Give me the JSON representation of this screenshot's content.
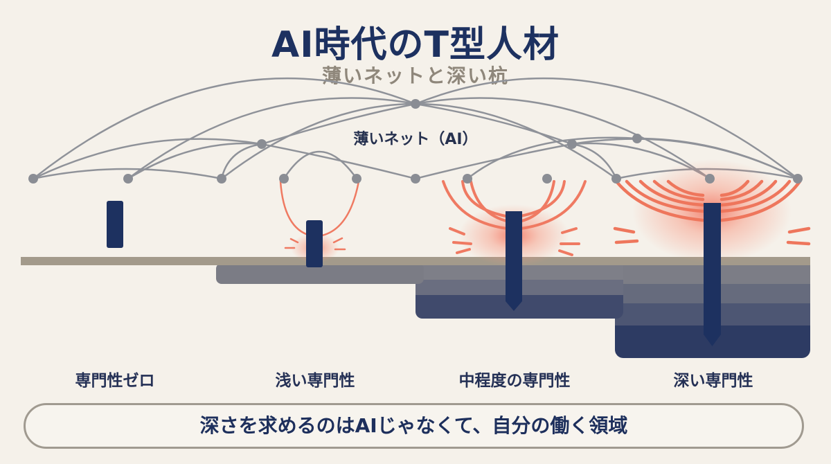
{
  "header": {
    "title": "AI時代のT型人材",
    "subtitle": "薄いネットと深い杭"
  },
  "diagram": {
    "net_label": "薄いネット（AI）",
    "levels": [
      {
        "label": "専門性ゼロ"
      },
      {
        "label": "浅い専門性"
      },
      {
        "label": "中程度の専門性"
      },
      {
        "label": "深い専門性"
      }
    ],
    "colors": {
      "stake": "#1d3160",
      "net": "#8f9299",
      "glow": "#f07d65",
      "ground": "#a39a8b",
      "layer_top": "#7f7f86",
      "layer_deep": "#2b3a62"
    }
  },
  "footer": {
    "message": "深さを求めるのはAIじゃなくて、自分の働く領域"
  }
}
